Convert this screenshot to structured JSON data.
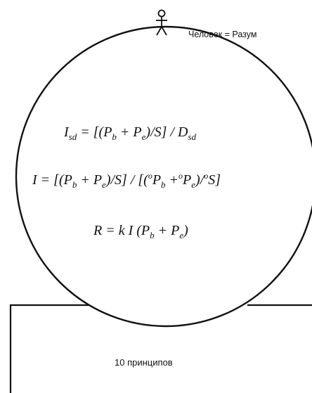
{
  "figure": {
    "top_label": "Человек = Разум",
    "formulas": [
      "I_sd = [(P_b + P_e)/S] / D_sd",
      "I = [(P_b + P_e)/S] / [(°P_b + °P_e)/°S]",
      "R = k I (P_b + P_e)"
    ],
    "box_label": "10 принципов",
    "icons": [
      "human-figure-icon"
    ]
  }
}
